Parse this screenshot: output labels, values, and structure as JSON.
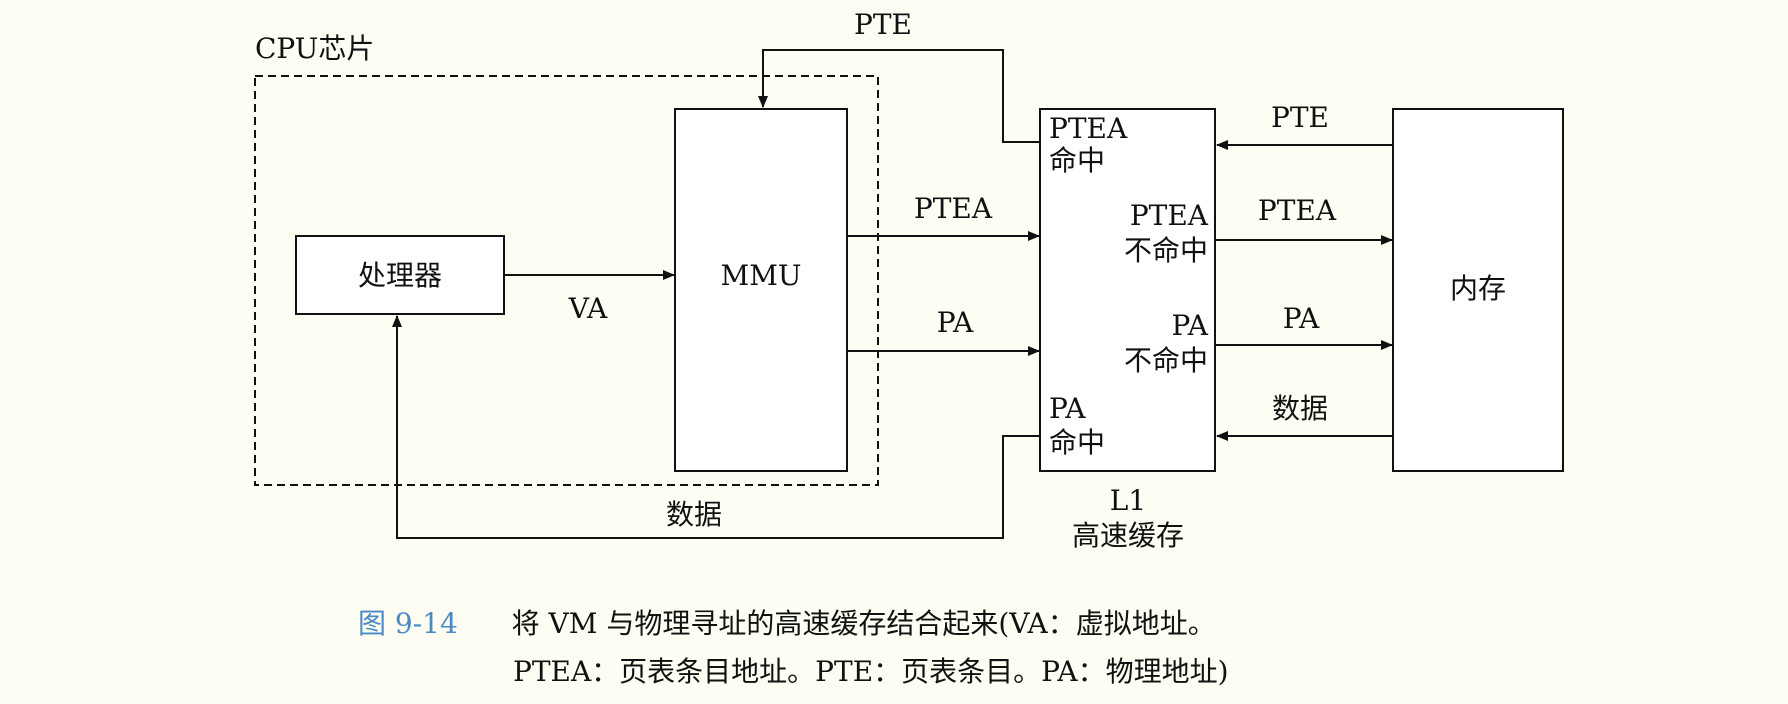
{
  "diagram": {
    "cpu_chip_label": "CPU芯片",
    "processor_label": "处理器",
    "mmu_label": "MMU",
    "cache_label_line1": "L1",
    "cache_label_line2": "高速缓存",
    "memory_label": "内存",
    "arrows": {
      "va": "VA",
      "mmu_ptea": "PTEA",
      "mmu_pa": "PA",
      "pte_top": "PTE",
      "mem_pte": "PTE",
      "mem_ptea": "PTEA",
      "mem_pa": "PA",
      "mem_data": "数据",
      "data_return": "数据"
    },
    "cache_states": {
      "ptea_hit_1": "PTEA",
      "ptea_hit_2": "命中",
      "ptea_miss_1": "PTEA",
      "ptea_miss_2": "不命中",
      "pa_miss_1": "PA",
      "pa_miss_2": "不命中",
      "pa_hit_1": "PA",
      "pa_hit_2": "命中"
    }
  },
  "caption": {
    "figure_number": "图 9-14",
    "line1": "将 VM 与物理寻址的高速缓存结合起来(VA：虚拟地址。",
    "line2": "PTEA：页表条目地址。PTE：页表条目。PA：物理地址)"
  }
}
